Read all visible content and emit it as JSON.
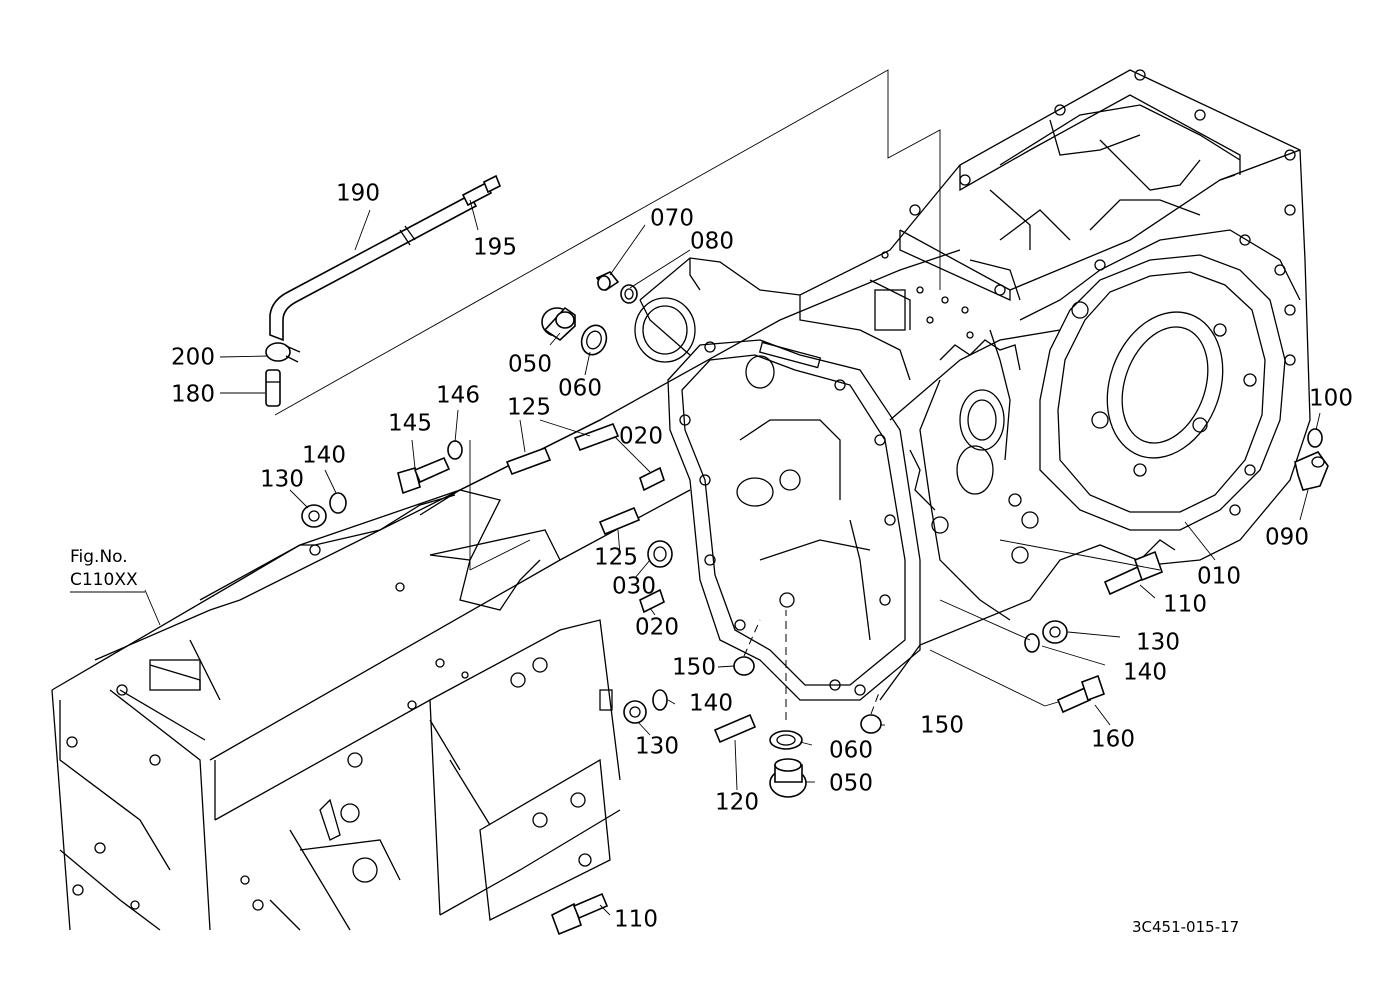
{
  "figure": {
    "fig_no_label": "Fig.No.",
    "fig_ref": "C110XX",
    "drawing_code": "3C451-015-17"
  },
  "labels": [
    "190",
    "195",
    "070",
    "080",
    "200",
    "180",
    "050",
    "060",
    "145",
    "146",
    "125",
    "020",
    "140",
    "130",
    "125",
    "030",
    "020",
    "150",
    "140",
    "130",
    "120",
    "060",
    "050",
    "150",
    "110",
    "130",
    "140",
    "160",
    "100",
    "090",
    "010",
    "110"
  ]
}
